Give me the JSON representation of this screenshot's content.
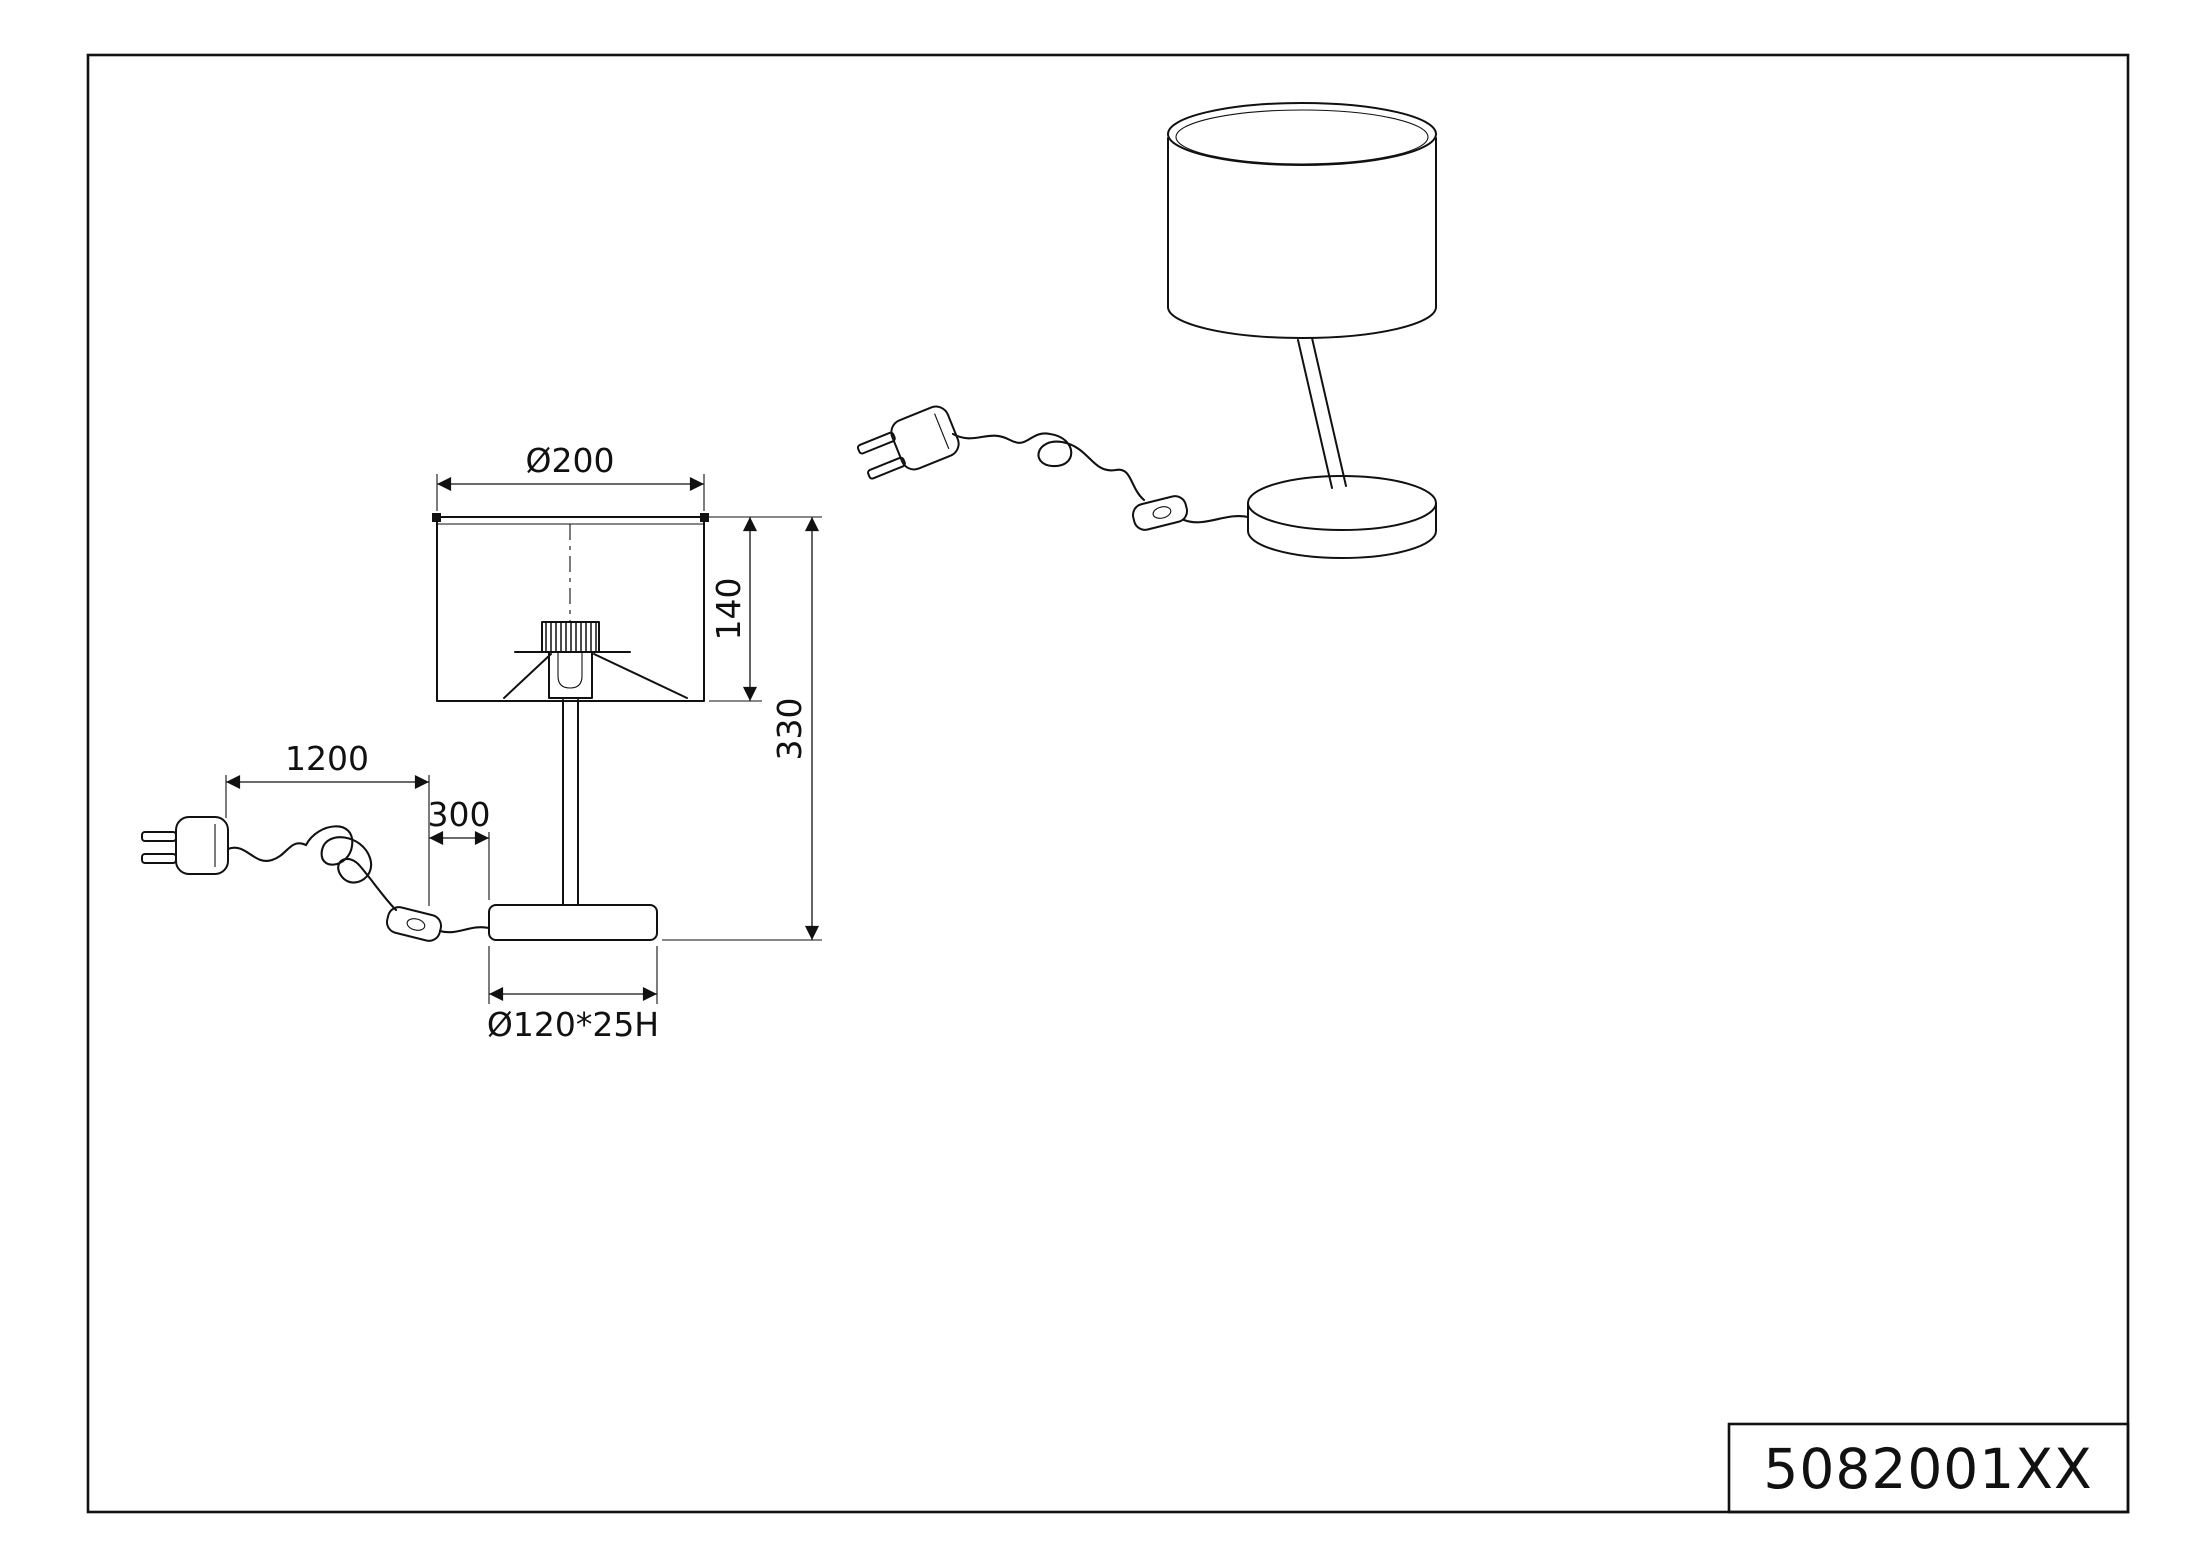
{
  "colors": {
    "line": "#111111",
    "background": "#ffffff"
  },
  "title_block": {
    "part_number": "5082001XX"
  },
  "dimensions": {
    "shade_diameter": "Ø200",
    "shade_height": "140",
    "total_height": "330",
    "base_size": "Ø120*25H",
    "cord_length": "1200",
    "switch_to_base": "300"
  }
}
